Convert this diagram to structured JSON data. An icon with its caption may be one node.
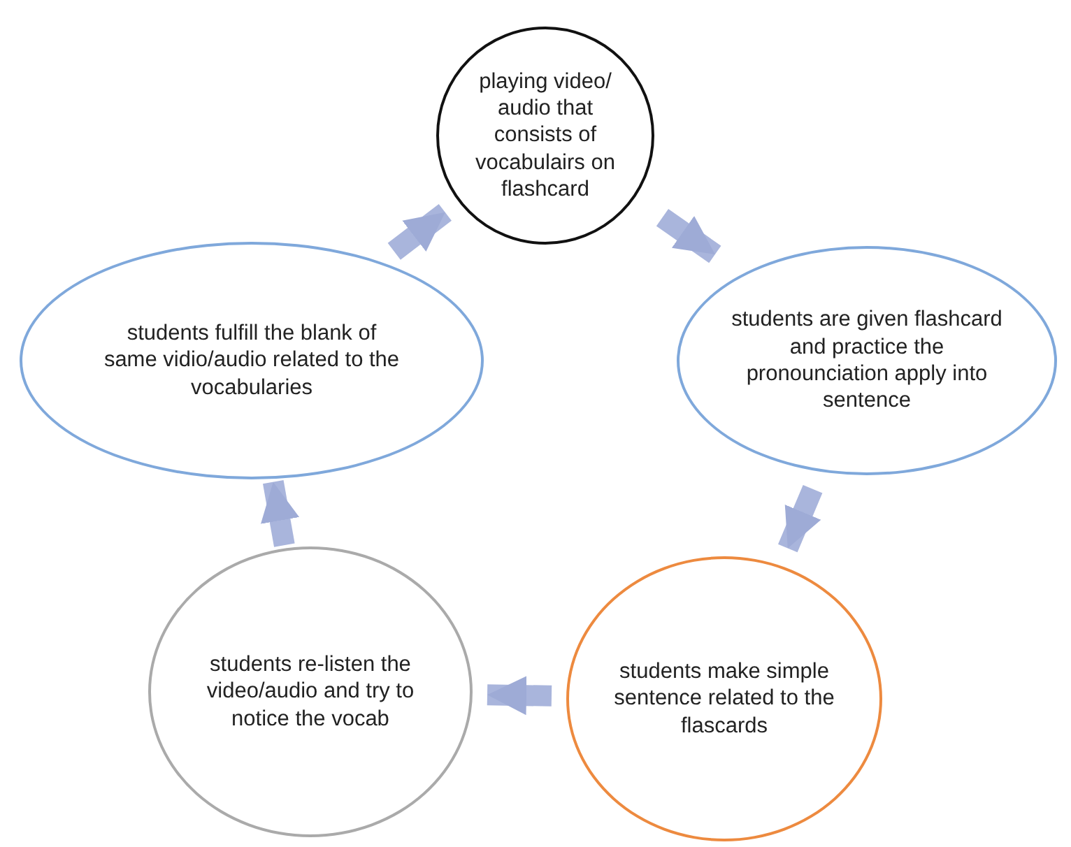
{
  "diagram": {
    "nodes": [
      {
        "text": [
          "playing video/ audio that consists of vocabulairs on flashcard"
        ]
      },
      {
        "text": [
          "students are given flashcard and practice the pronounciation apply into sentence"
        ]
      },
      {
        "text": [
          "students make simple sentence related to the flascards"
        ]
      },
      {
        "text": [
          "students re-listen the video/audio and try to notice the vocab"
        ]
      },
      {
        "text": [
          "students fulfill the blank of same vidio/audio related to the vocabularies"
        ]
      }
    ],
    "edges": [
      {
        "from": 0,
        "to": 1,
        "arrow": "to"
      },
      {
        "from": 1,
        "to": 2,
        "arrow": "to"
      },
      {
        "from": 2,
        "to": 3,
        "arrow": "to"
      },
      {
        "from": 3,
        "to": 4,
        "arrow": "to"
      },
      {
        "from": 4,
        "to": 0,
        "arrow": "to"
      }
    ]
  }
}
